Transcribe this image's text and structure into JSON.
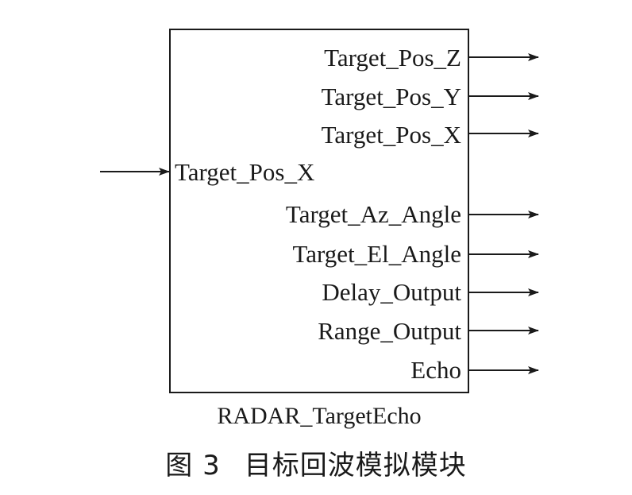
{
  "block": {
    "name": "RADAR_TargetEcho",
    "inputs": [
      {
        "label": "Target_Pos_X"
      }
    ],
    "outputs": [
      {
        "label": "Target_Pos_Z"
      },
      {
        "label": "Target_Pos_Y"
      },
      {
        "label": "Target_Pos_X"
      },
      {
        "label": "Target_Az_Angle"
      },
      {
        "label": "Target_El_Angle"
      },
      {
        "label": "Delay_Output"
      },
      {
        "label": "Range_Output"
      },
      {
        "label": "Echo"
      }
    ]
  },
  "caption": {
    "figure_number": "图 3",
    "title": "目标回波模拟模块"
  },
  "colors": {
    "line": "#1a1a1a",
    "background": "#ffffff"
  }
}
